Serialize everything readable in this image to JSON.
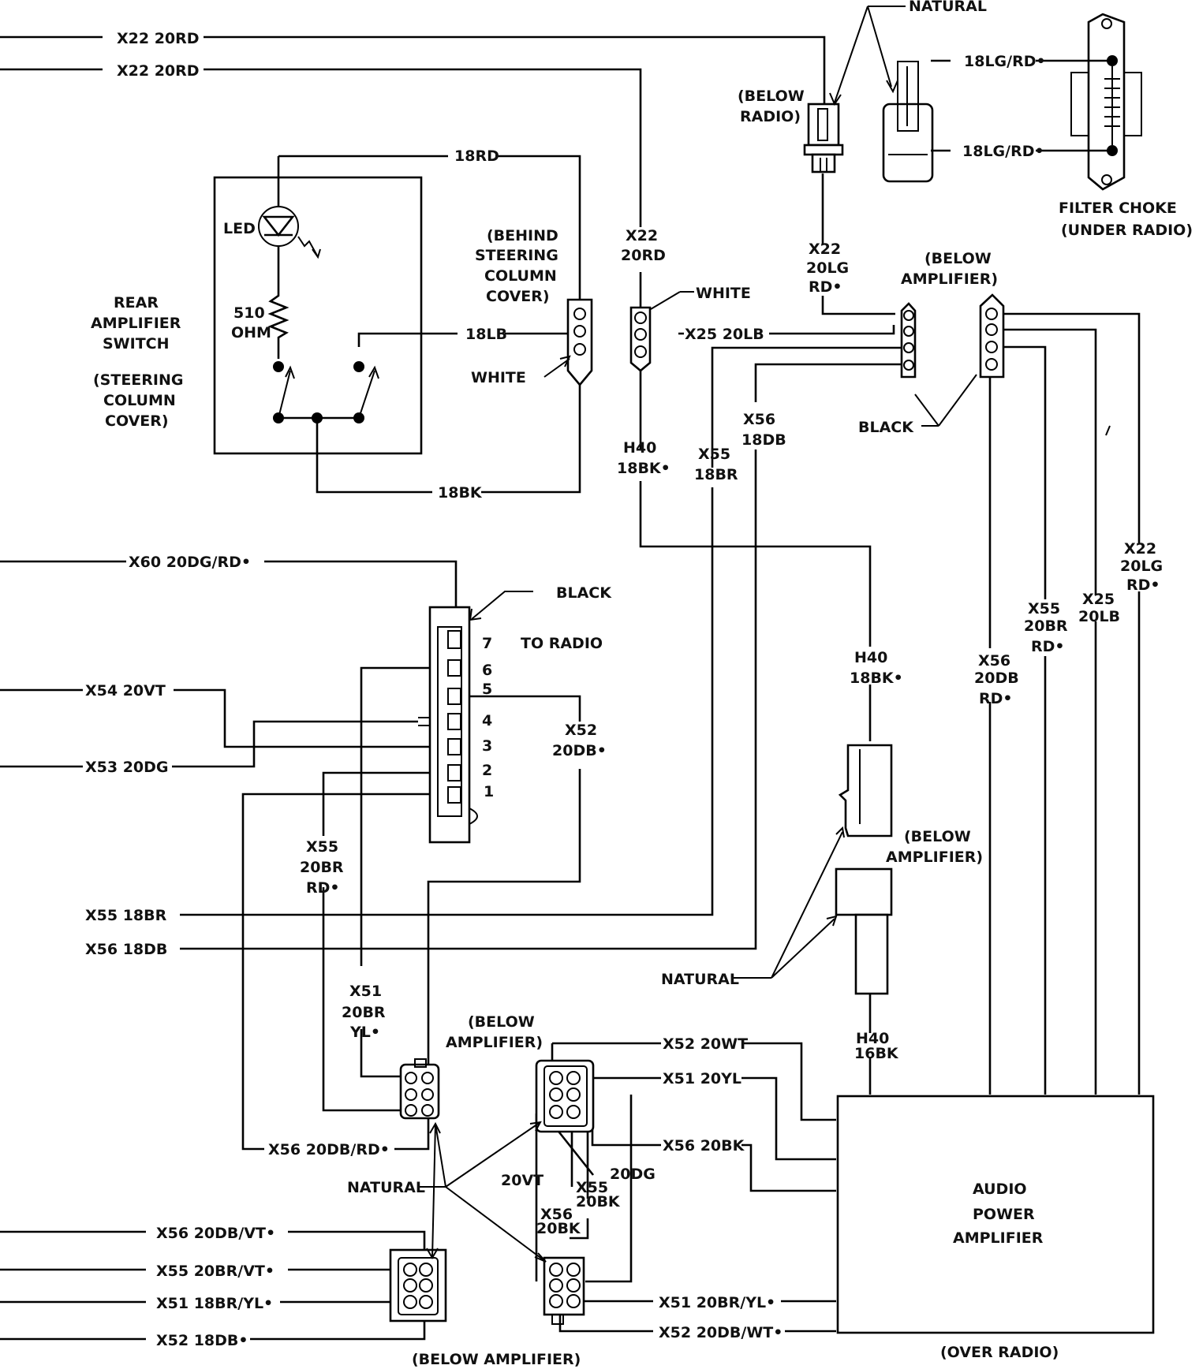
{
  "labels": {
    "natural_top": "NATURAL",
    "x22_20rd_a": "X22 20RD",
    "x22_20rd_b": "X22 20RD",
    "below_radio_1": "(BELOW",
    "below_radio_2": "RADIO)",
    "l18lg_rd_a": "18LG/RD•",
    "l18lg_rd_b": "18LG/RD•",
    "filter_choke_1": "FILTER CHOKE",
    "filter_choke_2": "(UNDER RADIO)",
    "l18rd": "18RD",
    "led": "LED",
    "behind_1": "(BEHIND",
    "behind_2": "STEERING",
    "behind_3": "COLUMN",
    "behind_4": "COVER)",
    "x22_20rd_v1": "X22",
    "x22_20rd_v2": "20RD",
    "x22_20lg_1": "X22",
    "x22_20lg_2": "20LG",
    "x22_20lg_3": "RD•",
    "below_amp_1": "(BELOW",
    "below_amp_2": "AMPLIFIER)",
    "rear_amp_1": "REAR",
    "rear_amp_2": "AMPLIFIER",
    "rear_amp_3": "SWITCH",
    "ohm_1": "510",
    "ohm_2": "OHM",
    "white_a": "WHITE",
    "white_b": "WHITE",
    "l18lb": "18LB",
    "x25_20lb": "X25 20LB",
    "steering_1": "(STEERING",
    "steering_2": "COLUMN",
    "steering_3": "COVER)",
    "black_a": "BLACK",
    "x56_18db_1": "X56",
    "x56_18db_2": "18DB",
    "h40_1": "H40",
    "h40_2": "18BK•",
    "x55_18br_1": "X55",
    "x55_18br_2": "18BR",
    "l18bk": "18BK",
    "x60": "X60 20DG/RD•",
    "black_b": "BLACK",
    "pin7": "7",
    "to_radio": "TO RADIO",
    "pin6": "6",
    "pin5": "5",
    "pin4": "4",
    "pin3": "3",
    "pin2": "2",
    "pin1": "1",
    "x54": "X54 20VT",
    "x53": "X53 20DG",
    "x52_20db_1": "X52",
    "x52_20db_2": "20DB•",
    "x22_20lg_r1": "X22",
    "x22_20lg_r2": "20LG",
    "x22_20lg_r3": "RD•",
    "x55_20br_r1": "X55",
    "x55_20br_r2": "20BR",
    "x55_20br_r3": "RD•",
    "x25_20lb_r1": "X25",
    "x25_20lb_r2": "20LB",
    "h40_mid_1": "H40",
    "h40_mid_2": "18BK•",
    "x56_20db_r1": "X56",
    "x56_20db_r2": "20DB",
    "x56_20db_r3": "RD•",
    "x55_20br_m1": "X55",
    "x55_20br_m2": "20BR",
    "x55_20br_m3": "RD•",
    "below_amp2_1": "(BELOW",
    "below_amp2_2": "AMPLIFIER)",
    "x55_18br": "X55 18BR",
    "x56_18db": "X56 18DB",
    "natural_mid": "NATURAL",
    "x51_1": "X51",
    "x51_2": "20BR",
    "x51_3": "YL•",
    "below_amp3_1": "(BELOW",
    "below_amp3_2": "AMPLIFIER)",
    "h40_low_1": "H40",
    "h40_low_2": "16BK",
    "x52_20wt": "X52 20WT",
    "x51_20yl": "X51 20YL",
    "x56_20db_rd": "X56 20DB/RD•",
    "x56_20bk": "X56 20BK",
    "natural_low": "NATURAL",
    "l20vt": "20VT",
    "x55_20bk_1": "X55",
    "x55_20bk_2": "20BK",
    "l20dg": "20DG",
    "x56_20bk_1": "X56",
    "x56_20bk_2": "20BK",
    "audio_1": "AUDIO",
    "audio_2": "POWER",
    "audio_3": "AMPLIFIER",
    "x56_20db_vt": "X56 20DB/VT•",
    "x55_20br_vt": "X55 20BR/VT•",
    "x51_18br_yl": "X51 18BR/YL•",
    "x51_20br_yl": "X51 20BR/YL•",
    "x52_18db": "X52 18DB•",
    "x52_20db_wt": "X52 20DB/WT•",
    "below_amp_bottom": "(BELOW AMPLIFIER)",
    "over_radio": "(OVER RADIO)"
  }
}
